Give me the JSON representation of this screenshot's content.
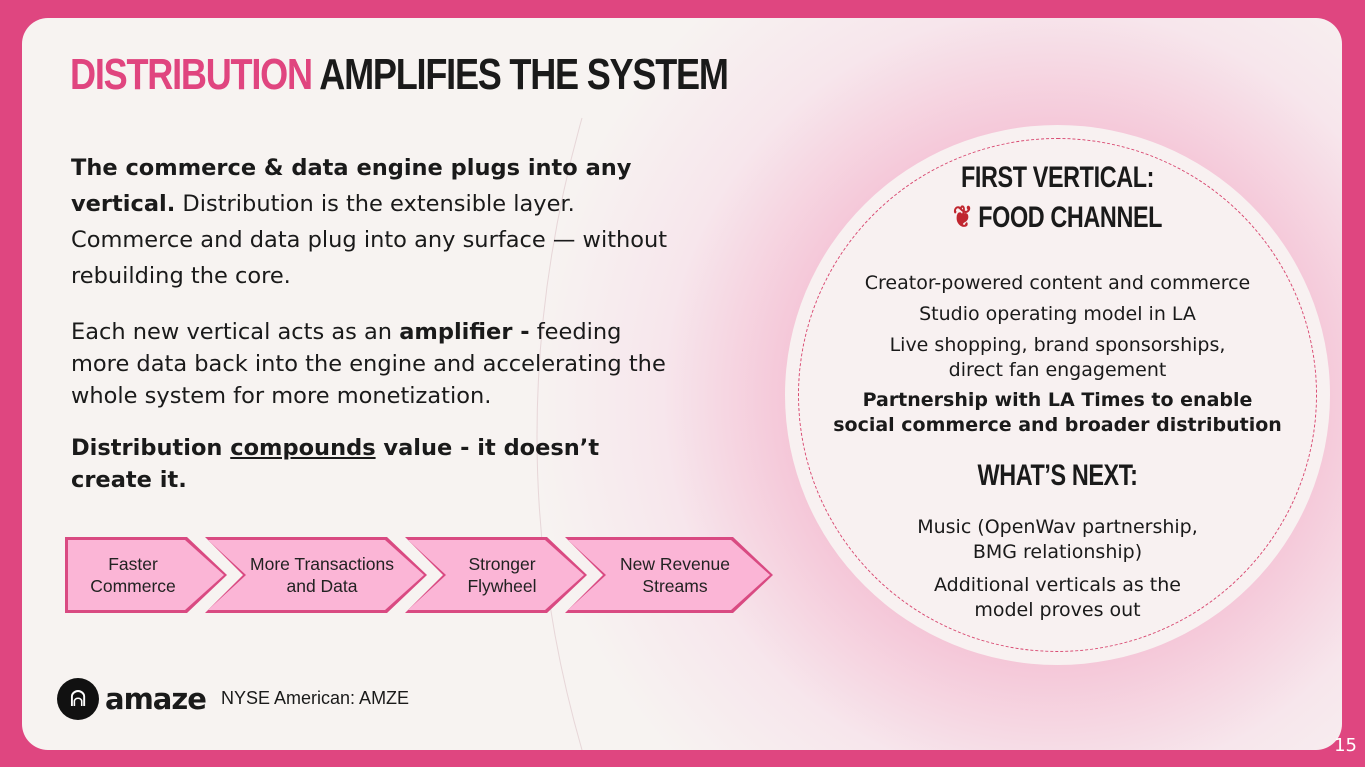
{
  "title": {
    "highlight": "DISTRIBUTION",
    "rest": "AMPLIFIES THE SYSTEM"
  },
  "body": {
    "p1_bold": "The commerce & data engine plugs into any vertical.",
    "p1_rest": " Distribution is the extensible layer. Commerce and data plug into any surface — without rebuilding the core.",
    "p2_a": "Each new vertical acts as an ",
    "p2_bold": "amplifier -",
    "p2_b": " feeding more data back into the engine and accelerating the whole system for more monetization.",
    "p3_a": "Distribution ",
    "p3_u": "compounds",
    "p3_b": " value - it doesn’t create it."
  },
  "flow": [
    "Faster Commerce",
    "More Transactions and Data",
    "Stronger Flywheel",
    "New Revenue Streams"
  ],
  "circle": {
    "heading1": "FIRST VERTICAL:",
    "heading2": "FOOD CHANNEL",
    "icon": "apple-icon",
    "items": [
      "Creator-powered content and commerce",
      "Studio operating model in LA",
      "Live shopping, brand sponsorships, direct fan engagement"
    ],
    "bold_item": "Partnership with LA Times to enable social commerce and broader distribution",
    "next_heading": "WHAT’S NEXT:",
    "next_items": [
      "Music (OpenWav partnership, BMG relationship)",
      "Additional verticals as the model proves out"
    ]
  },
  "footer": {
    "logo": "amaze",
    "ticker": "NYSE American: AMZE",
    "page": "15"
  }
}
